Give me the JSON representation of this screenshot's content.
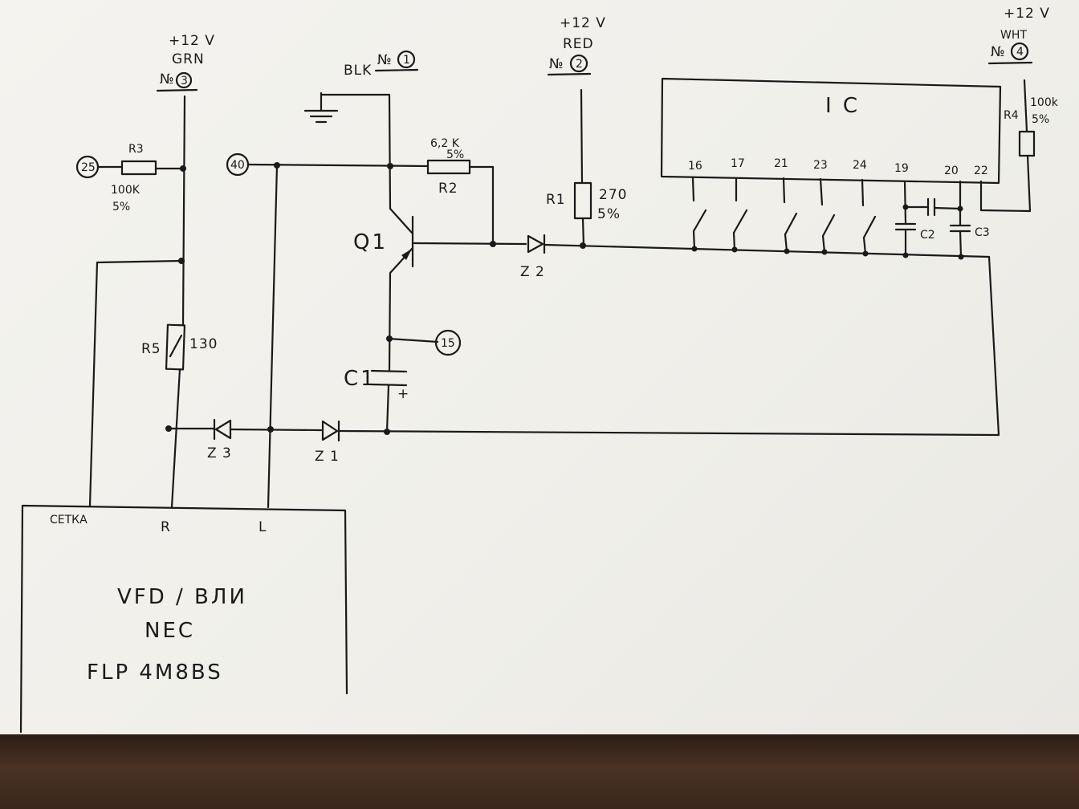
{
  "power": {
    "n1": {
      "color": "BLK",
      "no": "№",
      "num": "1"
    },
    "n2": {
      "volt": "+12 V",
      "color": "RED",
      "no": "№",
      "num": "2"
    },
    "n3": {
      "volt": "+12 V",
      "color": "GRN",
      "no": "№",
      "num": "3"
    },
    "n4": {
      "volt": "+12 V",
      "color": "WHT",
      "no": "№",
      "num": "4"
    }
  },
  "components": {
    "r1": {
      "name": "R1",
      "value": "270",
      "tol": "5%"
    },
    "r2": {
      "name": "R2",
      "value": "6,2 K",
      "tol": "5%"
    },
    "r3": {
      "name": "R3",
      "value": "100K",
      "tol": "5%"
    },
    "r4": {
      "name": "R4",
      "value": "100k",
      "tol": "5%"
    },
    "r5": {
      "name": "R5",
      "value": "130"
    },
    "q1": "Q1",
    "c1": "C1",
    "c1_plus": "+",
    "c2": "C2",
    "c3": "C3",
    "z1": "Z 1",
    "z2": "Z 2",
    "z3": "Z 3"
  },
  "connectors": {
    "c25": "25",
    "c40": "40",
    "c15": "15"
  },
  "ic": {
    "label": "I C",
    "pins": [
      "16",
      "17",
      "21",
      "23",
      "24",
      "19",
      "20",
      "22"
    ]
  },
  "vfd": {
    "pins": {
      "grid": "СЕТКА",
      "r": "R",
      "l": "L"
    },
    "line1": "VFD / ВЛИ",
    "line2": "NEC",
    "line3": "FLP 4M8BS"
  }
}
